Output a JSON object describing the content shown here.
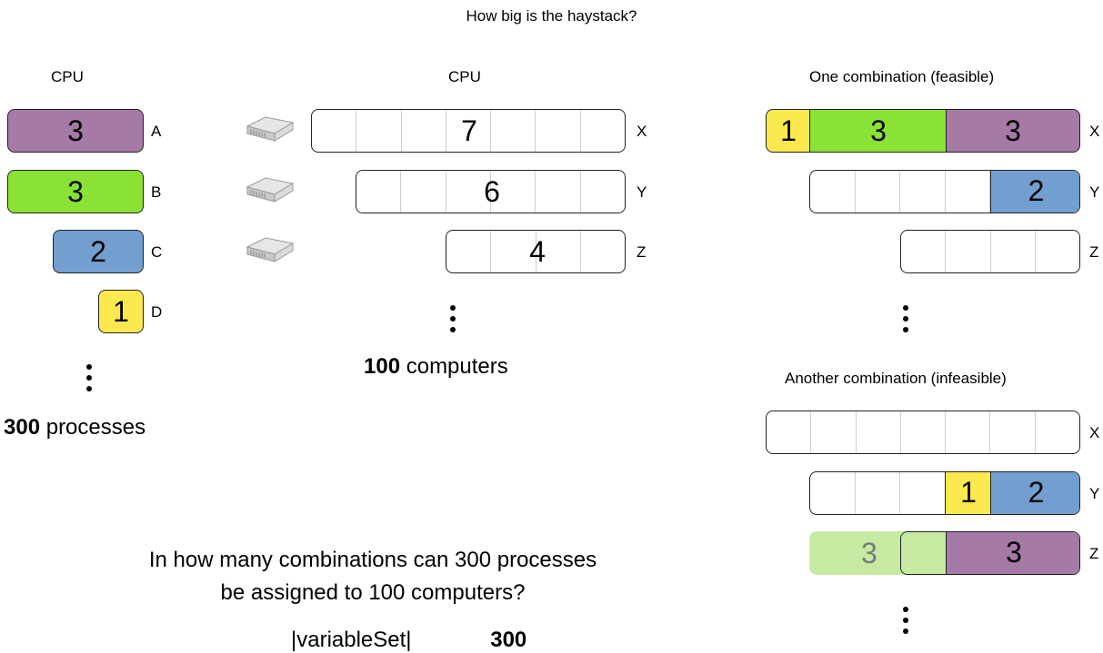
{
  "title": "How big is the haystack?",
  "processes": {
    "header": "CPU",
    "items": [
      {
        "value": "3",
        "label": "A",
        "color": "#a67aa6"
      },
      {
        "value": "3",
        "label": "B",
        "color": "#8ae234"
      },
      {
        "value": "2",
        "label": "C",
        "color": "#729fcf"
      },
      {
        "value": "1",
        "label": "D",
        "color": "#fce94f"
      }
    ],
    "count": "300",
    "count_label": "processes"
  },
  "computers": {
    "header": "CPU",
    "items": [
      {
        "value": "7",
        "label": "X"
      },
      {
        "value": "6",
        "label": "Y"
      },
      {
        "value": "4",
        "label": "Z"
      }
    ],
    "count": "100",
    "count_label": "computers"
  },
  "feasible": {
    "header": "One combination (feasible)",
    "rows": [
      {
        "label": "X",
        "parts": [
          "1",
          "3",
          "3"
        ]
      },
      {
        "label": "Y",
        "parts": [
          "2"
        ]
      },
      {
        "label": "Z",
        "parts": []
      }
    ]
  },
  "infeasible": {
    "header": "Another combination (infeasible)",
    "rows": [
      {
        "label": "X",
        "parts": []
      },
      {
        "label": "Y",
        "parts": [
          "1",
          "2"
        ]
      },
      {
        "label": "Z",
        "parts": [
          "3",
          "3"
        ]
      }
    ]
  },
  "question": {
    "line1": "In how many combinations can 300 processes",
    "line2": "be assigned to 100 computers?",
    "partial": "|variableSet|",
    "partial_num": "300"
  }
}
